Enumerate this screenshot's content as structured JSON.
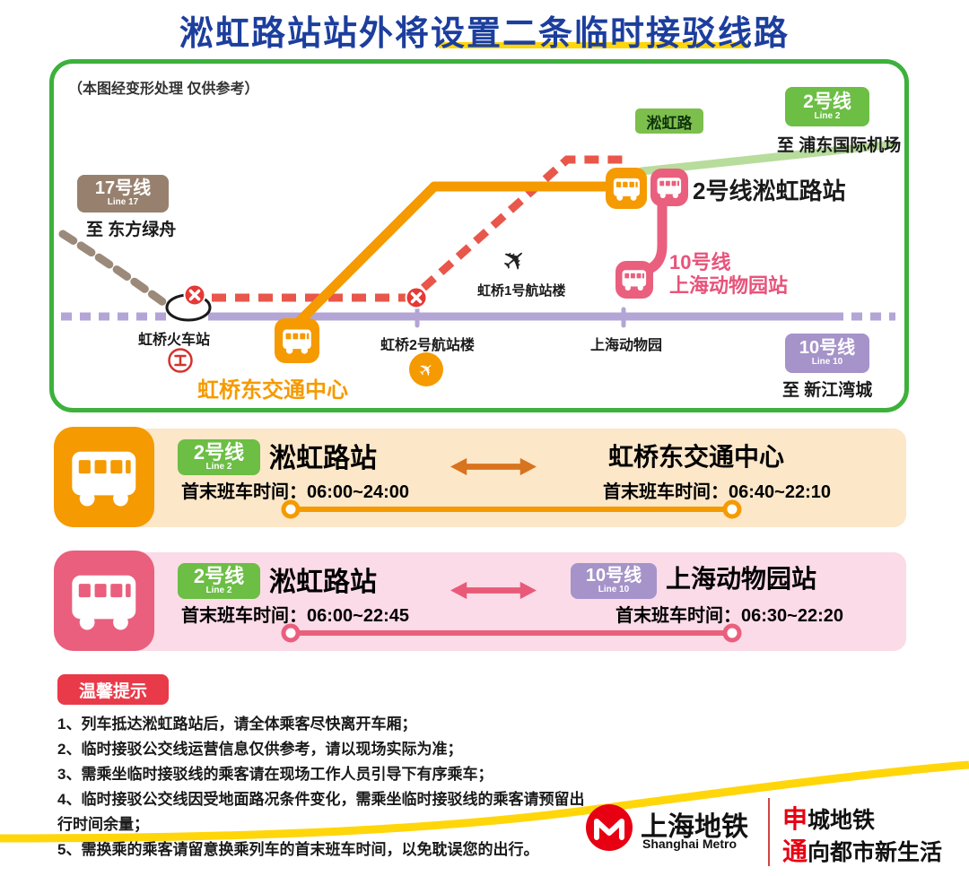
{
  "title": "淞虹路站站外将设置二条临时接驳线路",
  "icons": {
    "plane": "✈"
  },
  "map": {
    "note": "（本图经变形处理 仅供参考）",
    "songhong_station_tag": "淞虹路",
    "line2_badge": {
      "name": "2号线",
      "sub": "Line 2"
    },
    "line2_dest": "至 浦东国际机场",
    "line17_badge": {
      "name": "17号线",
      "sub": "Line 17"
    },
    "line17_dest": "至 东方绿舟",
    "songhong_interchange": "2号线淞虹路站",
    "zoo_line": "10号线",
    "zoo_station": "上海动物园站",
    "hongqiao_railway": "虹桥火车站",
    "terminal2": "虹桥2号航站楼",
    "terminal1": "虹桥1号航站楼",
    "zoo_stop": "上海动物园",
    "line10_badge": {
      "name": "10号线",
      "sub": "Line 10"
    },
    "line10_dest": "至 新江湾城",
    "hub": "虹桥东交通中心"
  },
  "routes": [
    {
      "left_badge": {
        "name": "2号线",
        "sub": "Line 2"
      },
      "left_station": "淞虹路站",
      "left_time": "首末班车时间：06:00~24:00",
      "right_station": "虹桥东交通中心",
      "right_time": "首末班车时间：06:40~22:10"
    },
    {
      "left_badge": {
        "name": "2号线",
        "sub": "Line 2"
      },
      "left_station": "淞虹路站",
      "left_time": "首末班车时间：06:00~22:45",
      "right_badge": {
        "name": "10号线",
        "sub": "Line 10"
      },
      "right_station": "上海动物园站",
      "right_time": "首末班车时间：06:30~22:20"
    }
  ],
  "tips": {
    "title": "温馨提示",
    "items": [
      "1、列车抵达淞虹路站后，请全体乘客尽快离开车厢；",
      "2、临时接驳公交线运营信息仅供参考，请以现场实际为准；",
      "3、需乘坐临时接驳线的乘客请在现场工作人员引导下有序乘车；",
      "4、临时接驳公交线因受地面路况条件变化，需乘坐临时接驳线的乘客请预留出行时间余量；",
      "5、需换乘的乘客请留意换乘列车的首末班车时间，以免耽误您的出行。"
    ]
  },
  "footer": {
    "brand_cn": "上海地铁",
    "brand_en": "Shanghai Metro",
    "slogan1_accent": "申",
    "slogan1_rest": "城地铁",
    "slogan2_accent": "通",
    "slogan2_rest": "向都市新生活"
  },
  "colors": {
    "title_blue": "#1c3e9d",
    "accent_yellow": "#ffd60a",
    "map_border_green": "#3cb13c",
    "line2_green": "#6cbe45",
    "line2_light": "#b8dc9c",
    "line10_purple": "#a593c9",
    "line17_brown": "#97816e",
    "shuttle_orange": "#f59a00",
    "shuttle_pink": "#ea5f7d",
    "closed_red": "#e9564a",
    "card1_bg": "#fce7c9",
    "card2_bg": "#fbdbe7",
    "tips_red": "#e93a4a",
    "metro_red": "#e60012"
  }
}
